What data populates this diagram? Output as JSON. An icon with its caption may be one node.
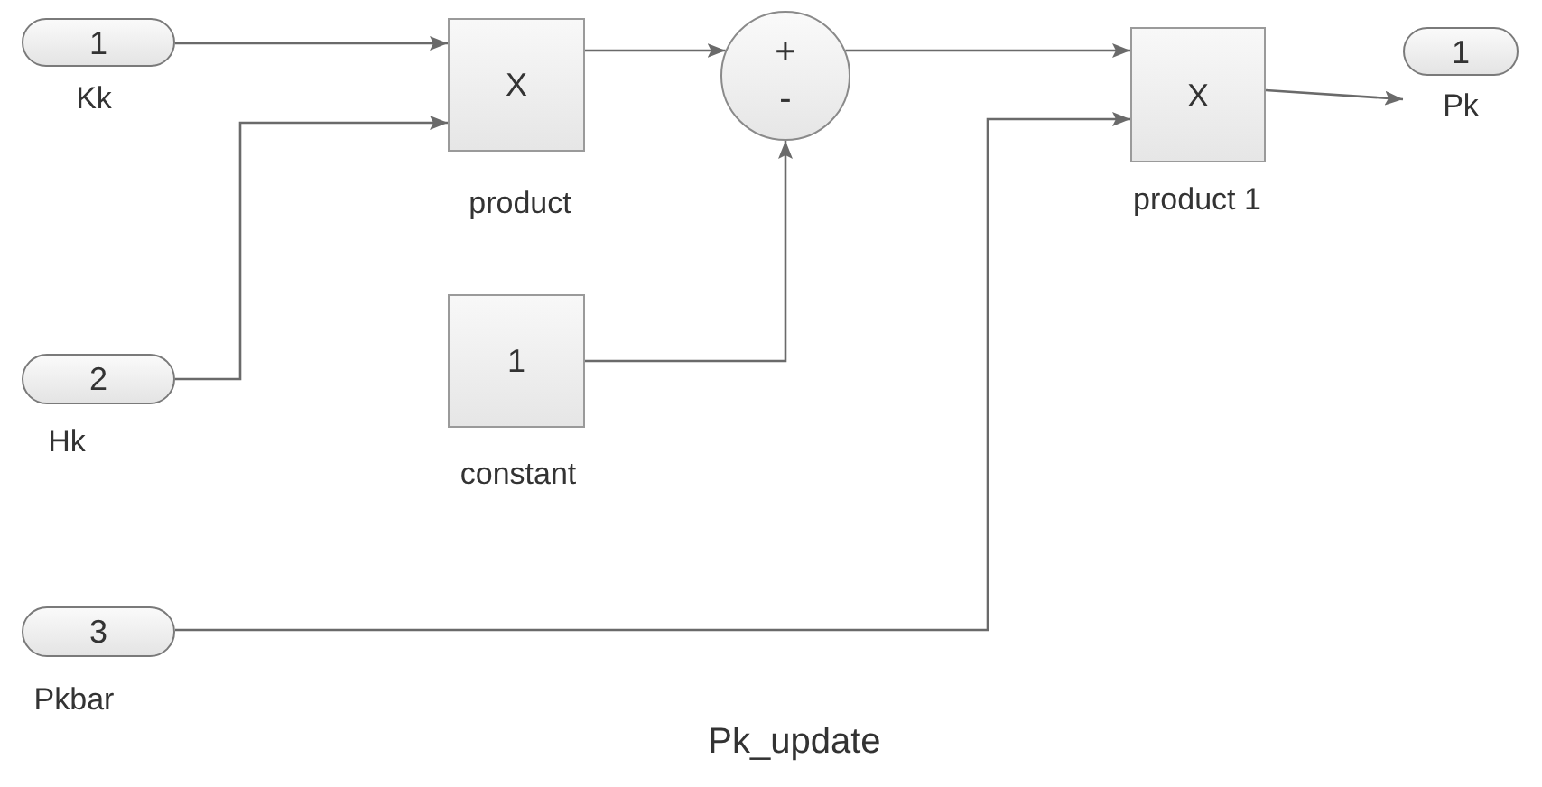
{
  "diagram": {
    "caption": "Pk_update",
    "nodes": [
      {
        "text": [
          "1"
        ],
        "beside": [
          "Kk"
        ]
      },
      {
        "text": [
          "2"
        ],
        "beside": [
          "Hk"
        ]
      },
      {
        "text": [
          "3"
        ],
        "beside": [
          "Pkbar"
        ]
      },
      {
        "text": [
          "X"
        ],
        "beside": [
          "product"
        ]
      },
      {
        "text": [
          "1"
        ],
        "beside": [
          "constant"
        ]
      },
      {
        "text": [
          "+",
          "-"
        ]
      },
      {
        "text": [
          "X"
        ],
        "beside": [
          "product 1"
        ]
      },
      {
        "text": [
          "1"
        ],
        "beside": [
          "Pk"
        ]
      }
    ],
    "edges": [
      {
        "from": 0,
        "to": 3,
        "arrow": "to"
      },
      {
        "from": 1,
        "to": 3,
        "arrow": "to"
      },
      {
        "from": 3,
        "to": 5,
        "arrow": "to"
      },
      {
        "from": 4,
        "to": 5,
        "arrow": "to"
      },
      {
        "from": 5,
        "to": 6,
        "arrow": "to"
      },
      {
        "from": 2,
        "to": 6,
        "arrow": "to"
      },
      {
        "from": 6,
        "to": 7,
        "arrow": "to"
      }
    ]
  }
}
